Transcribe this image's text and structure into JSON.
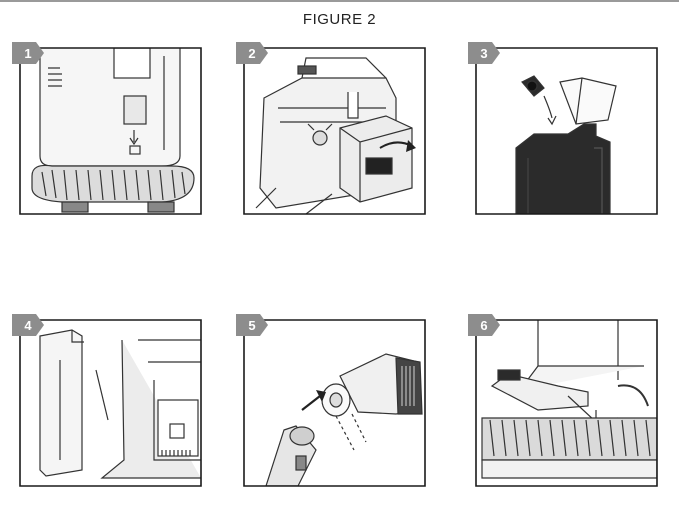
{
  "figure": {
    "title": "FIGURE 2"
  },
  "steps": [
    {
      "number": "1",
      "illustration": "machine-base-with-coiled-hose"
    },
    {
      "number": "2",
      "illustration": "removing-clean-water-tank"
    },
    {
      "number": "3",
      "illustration": "filling-tank-from-container"
    },
    {
      "number": "4",
      "illustration": "reinserting-tank-into-unit"
    },
    {
      "number": "5",
      "illustration": "attaching-brush-tool-to-hose"
    },
    {
      "number": "6",
      "illustration": "storing-tool-on-unit-base"
    }
  ],
  "colors": {
    "tab": "#8d8d8d",
    "frame": "#1a1a1a",
    "tank": "#2b2b2b",
    "rule": "#9a9a9a"
  }
}
